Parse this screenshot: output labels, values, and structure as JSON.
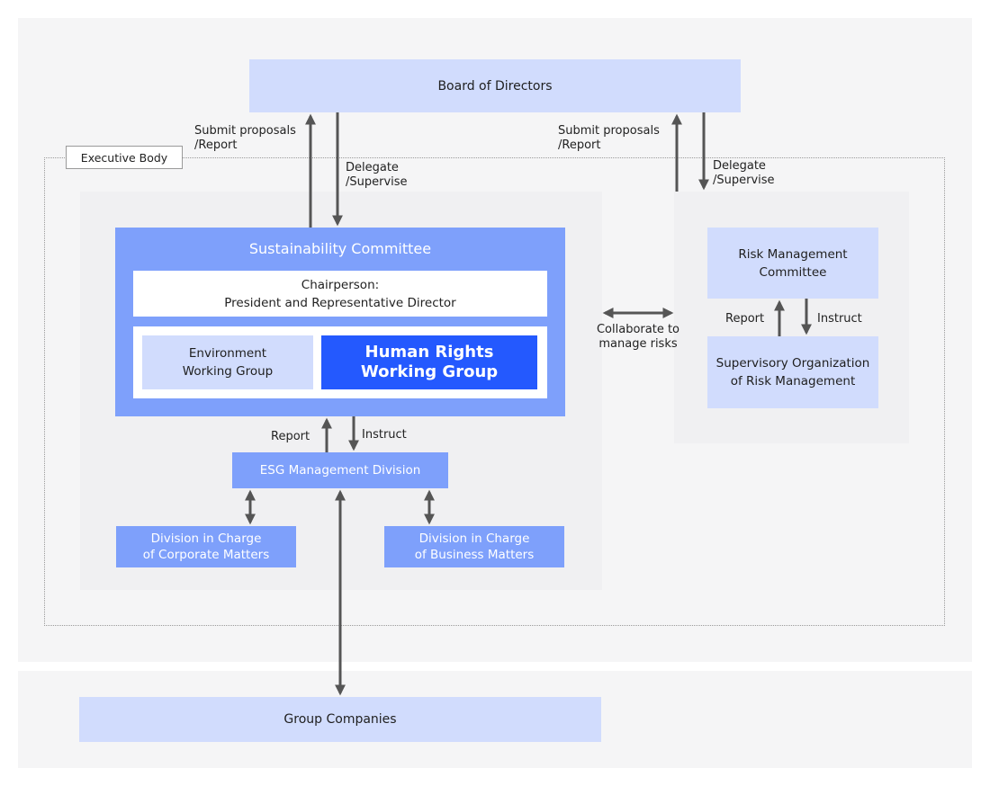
{
  "board": {
    "label": "Board of Directors"
  },
  "board_links": {
    "left_up": "Submit proposals\n/Report",
    "left_down": "Delegate\n/Supervise",
    "right_up": "Submit proposals\n/Report",
    "right_down": "Delegate\n/Supervise"
  },
  "executive_body": {
    "label": "Executive Body"
  },
  "sustainability": {
    "title": "Sustainability Committee",
    "chair": "Chairperson:\nPresident and Representative Director",
    "env_group": "Environment\nWorking Group",
    "hr_group": "Human Rights\nWorking Group"
  },
  "esg_links": {
    "report": "Report",
    "instruct": "Instruct"
  },
  "esg": {
    "label": "ESG Management Division"
  },
  "divisions": {
    "corporate": "Division in Charge\nof Corporate Matters",
    "business": "Division in Charge\nof Business Matters"
  },
  "collaborate": {
    "label": "Collaborate to\nmanage risks"
  },
  "risk": {
    "committee": "Risk Management\nCommittee",
    "supervisory": "Supervisory Organization\nof Risk Management",
    "report": "Report",
    "instruct": "Instruct"
  },
  "group": {
    "label": "Group Companies"
  },
  "colors": {
    "light_blue": "#d1dcfd",
    "mid_blue": "#7ea0fb",
    "strong_blue": "#2459fe",
    "panel_gray": "#f5f5f6",
    "arrow_gray": "#555555"
  }
}
